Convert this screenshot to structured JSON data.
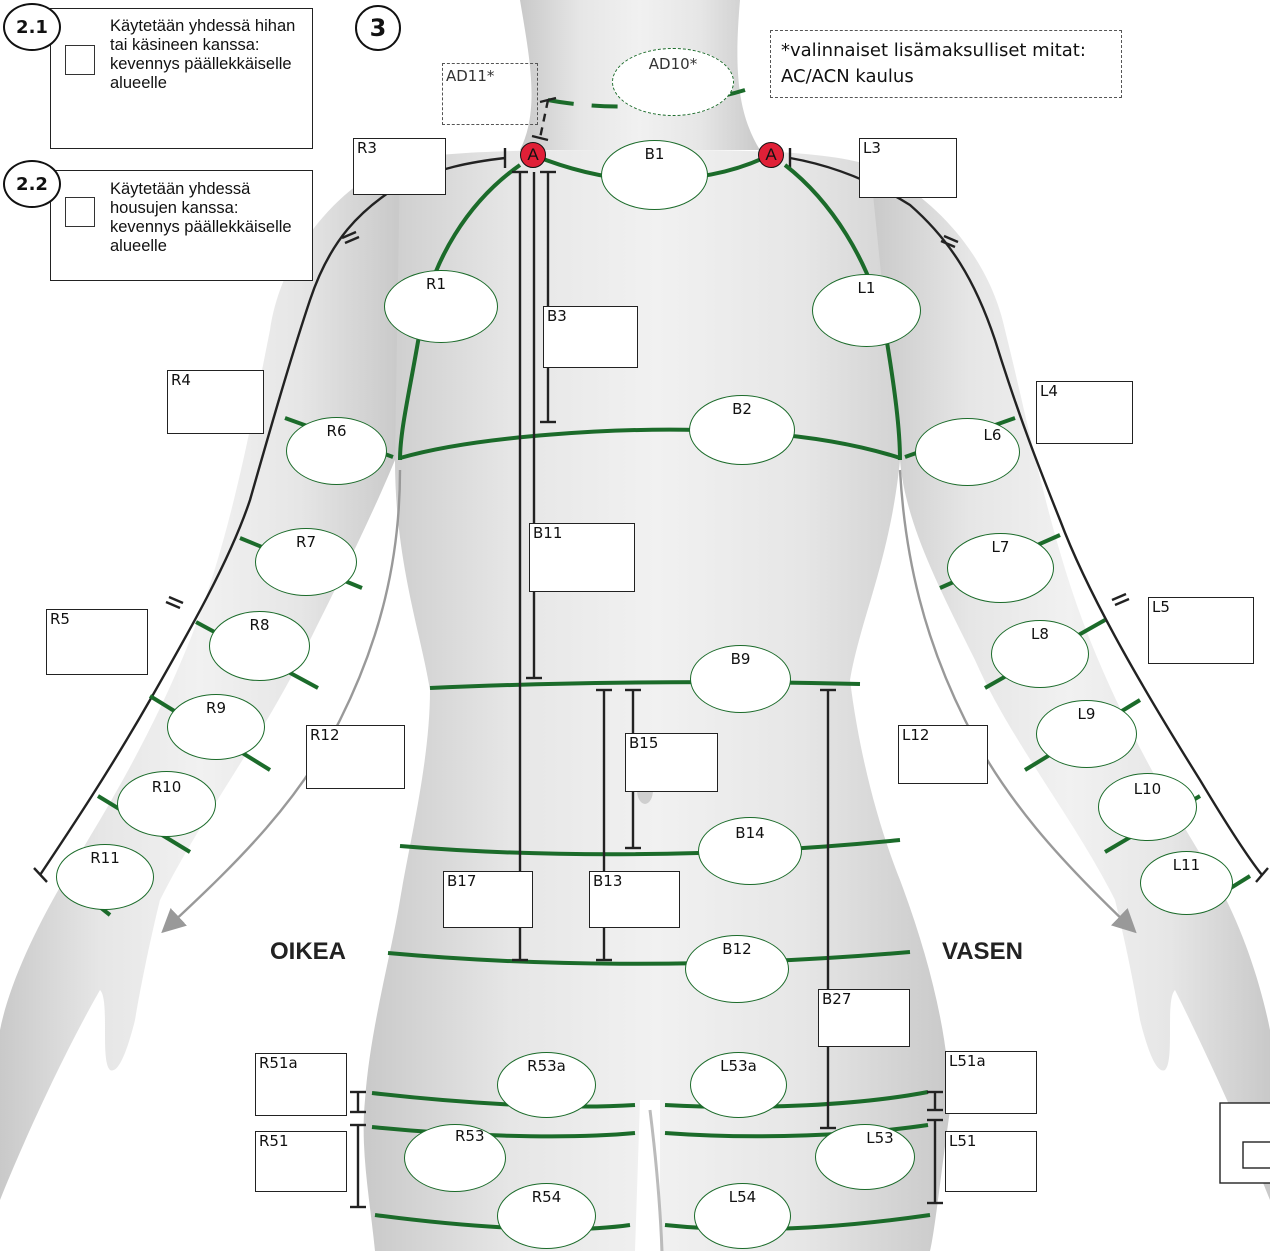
{
  "step_number": "3",
  "option_2_1": {
    "number": "2.1",
    "text": "Käytetään yhdessä hihan tai käsineen kanssa: kevennys päällekkäiselle alueelle"
  },
  "option_2_2": {
    "number": "2.2",
    "text": "Käytetään yhdessä housujen kanssa: kevennys päällekkäiselle alueelle"
  },
  "optional_note": {
    "line1": "*valinnaiset lisämaksulliset mitat:",
    "line2": "AC/ACN kaulus"
  },
  "side_labels": {
    "right": "OIKEA",
    "left": "VASEN"
  },
  "anchor_label": "A",
  "optional_labels": {
    "ad10": "AD10*",
    "ad11": "AD11*"
  },
  "circumference_labels": {
    "B1": "B1",
    "B2": "B2",
    "B9": "B9",
    "B14": "B14",
    "B12": "B12",
    "R1": "R1",
    "R6": "R6",
    "R7": "R7",
    "R8": "R8",
    "R9": "R9",
    "R10": "R10",
    "R11": "R11",
    "L1": "L1",
    "L6": "L6",
    "L7": "L7",
    "L8": "L8",
    "L9": "L9",
    "L10": "L10",
    "L11": "L11",
    "R53a": "R53a",
    "L53a": "L53a",
    "R53": "R53",
    "L53": "L53",
    "R54": "R54",
    "L54": "L54"
  },
  "length_labels": {
    "R3": "R3",
    "L3": "L3",
    "B3": "B3",
    "R4": "R4",
    "L4": "L4",
    "B11": "B11",
    "R5": "R5",
    "L5": "L5",
    "R12": "R12",
    "L12": "L12",
    "B15": "B15",
    "B17": "B17",
    "B13": "B13",
    "B27": "B27",
    "R51a": "R51a",
    "L51a": "L51a",
    "R51": "R51",
    "L51": "L51"
  },
  "colors": {
    "measure_line": "#1b6b2a",
    "anchor": "#e02037",
    "outline": "#222222"
  }
}
